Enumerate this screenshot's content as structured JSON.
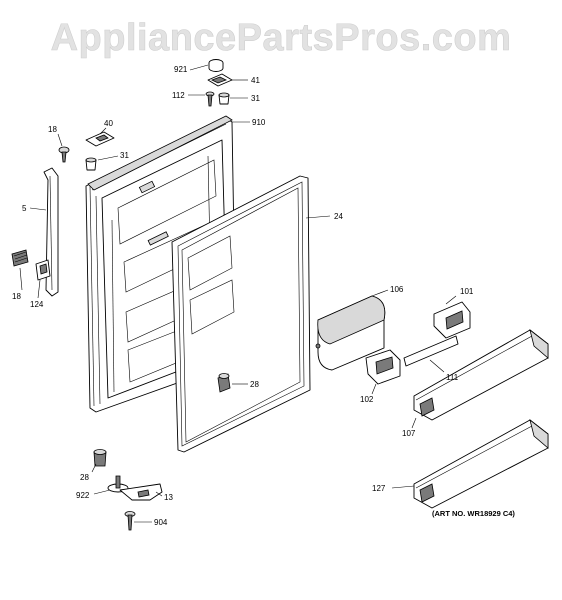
{
  "watermark": "AppliancePartsPros.com",
  "art_number": "(ART NO. WR18929 C4)",
  "callouts": {
    "c921": "921",
    "c41": "41",
    "c112": "112",
    "c31_top": "31",
    "c910": "910",
    "c18_top": "18",
    "c40": "40",
    "c31_left": "31",
    "c5": "5",
    "c24": "24",
    "c18_bottom": "18",
    "c124": "124",
    "c106": "106",
    "c101": "101",
    "c28_door": "28",
    "c111": "111",
    "c102": "102",
    "c107": "107",
    "c28_bottom": "28",
    "c922": "922",
    "c13": "13",
    "c904": "904",
    "c127": "127"
  }
}
